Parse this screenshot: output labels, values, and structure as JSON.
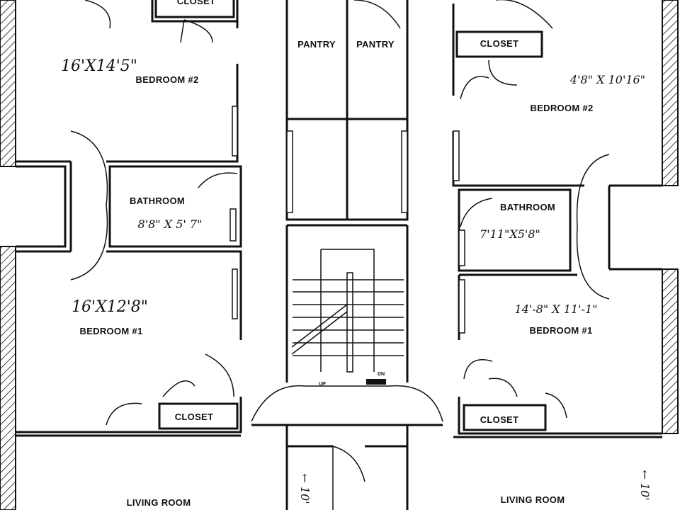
{
  "labels": {
    "left_closet_top": "CLOSET",
    "left_bedroom2": "BEDROOM #2",
    "left_bathroom": "BATHROOM",
    "left_bedroom1": "BEDROOM #1",
    "left_closet_bottom": "CLOSET",
    "left_living": "LIVING ROOM",
    "pantry_left": "PANTRY",
    "pantry_right": "PANTRY",
    "stair_up": "UP",
    "stair_down": "DN",
    "right_closet_top": "CLOSET",
    "right_bedroom2": "BEDROOM #2",
    "right_bathroom": "BATHROOM",
    "right_bedroom1": "BEDROOM #1",
    "right_closet_bottom": "CLOSET",
    "right_living": "LIVING ROOM"
  },
  "handwritten": {
    "left_bedroom2_dim": "16'X14'5\"",
    "left_bathroom_dim": "8'8\" X 5' 7\"",
    "left_bedroom1_dim": "16'X12'8\"",
    "right_bedroom2_dim": "4'8\" X 10'16\"",
    "right_bathroom_dim": "7'11\"X5'8\"",
    "right_bedroom1_dim": "14'-8\" X 11'-1\"",
    "center_bottom_dim": "← 10'",
    "right_edge_dim": "← 10'"
  }
}
